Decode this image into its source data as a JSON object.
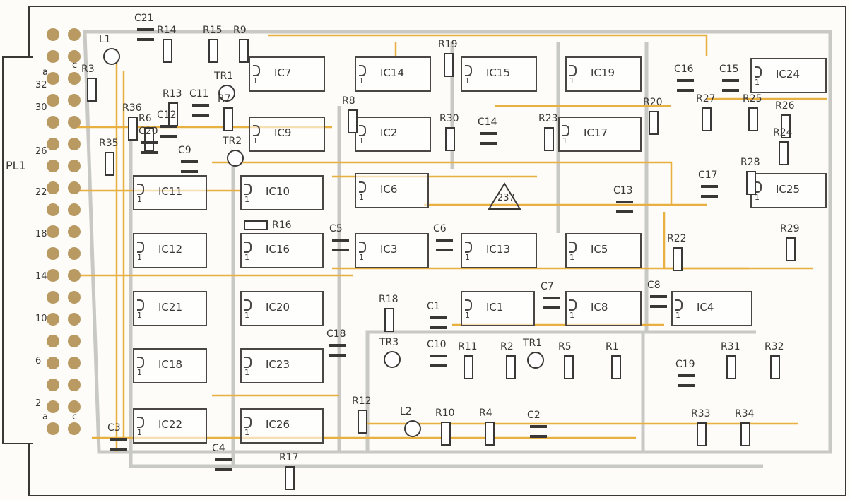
{
  "connector": {
    "ref": "PL1",
    "pins": [
      "32",
      "30",
      "26",
      "22",
      "18",
      "14",
      "10",
      "6",
      "2"
    ],
    "col_a": "a",
    "col_c": "c",
    "col_a_bottom": "a",
    "col_c_bottom": "c"
  },
  "board_mark": "237",
  "ic_pin1": "1",
  "ics": [
    "IC7",
    "IC14",
    "IC15",
    "IC19",
    "IC24",
    "IC9",
    "IC2",
    "IC17",
    "IC11",
    "IC10",
    "IC6",
    "IC25",
    "IC12",
    "IC16",
    "IC3",
    "IC13",
    "IC5",
    "IC21",
    "IC20",
    "IC1",
    "IC8",
    "IC4",
    "IC18",
    "IC23",
    "IC22",
    "IC26"
  ],
  "labels": [
    "L1",
    "C21",
    "R14",
    "R15",
    "R9",
    "R3",
    "R36",
    "R6",
    "C20",
    "R13",
    "C12",
    "C11",
    "TR1",
    "R7",
    "TR2",
    "R35",
    "C9",
    "R8",
    "R19",
    "R30",
    "C14",
    "R23",
    "R20",
    "C16",
    "C15",
    "R27",
    "R25",
    "R26",
    "R24",
    "C17",
    "R28",
    "C13",
    "R22",
    "R29",
    "R16",
    "C5",
    "C6",
    "C7",
    "C8",
    "R18",
    "C1",
    "C18",
    "TR3",
    "C10",
    "R11",
    "R2",
    "TR1",
    "R5",
    "R1",
    "R31",
    "R32",
    "C19",
    "R12",
    "L2",
    "R10",
    "R4",
    "C2",
    "R33",
    "R34",
    "C3",
    "C4",
    "R17"
  ]
}
